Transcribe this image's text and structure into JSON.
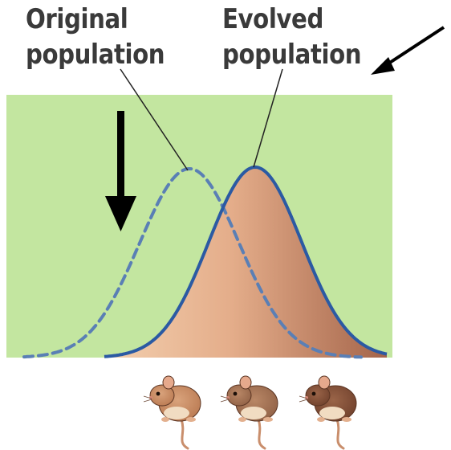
{
  "labels": {
    "original_line1": "Original",
    "original_line2": "population",
    "evolved_line1": "Evolved",
    "evolved_line2": "population"
  },
  "colors": {
    "background_field": "#c3e6a0",
    "curve_stroke": "#2b5aa3",
    "dashed_stroke": "#5a7fb5",
    "fill_light": "#f3cfae",
    "fill_dark": "#a4644a",
    "arrow": "#000000",
    "label_text": "#3a3a3a"
  },
  "icons": {
    "large_arrow": "down-arrow-icon",
    "pointer_arrow": "pointer-arrow-icon",
    "mice": [
      "light-mouse-icon",
      "medium-mouse-icon",
      "dark-mouse-icon"
    ]
  }
}
